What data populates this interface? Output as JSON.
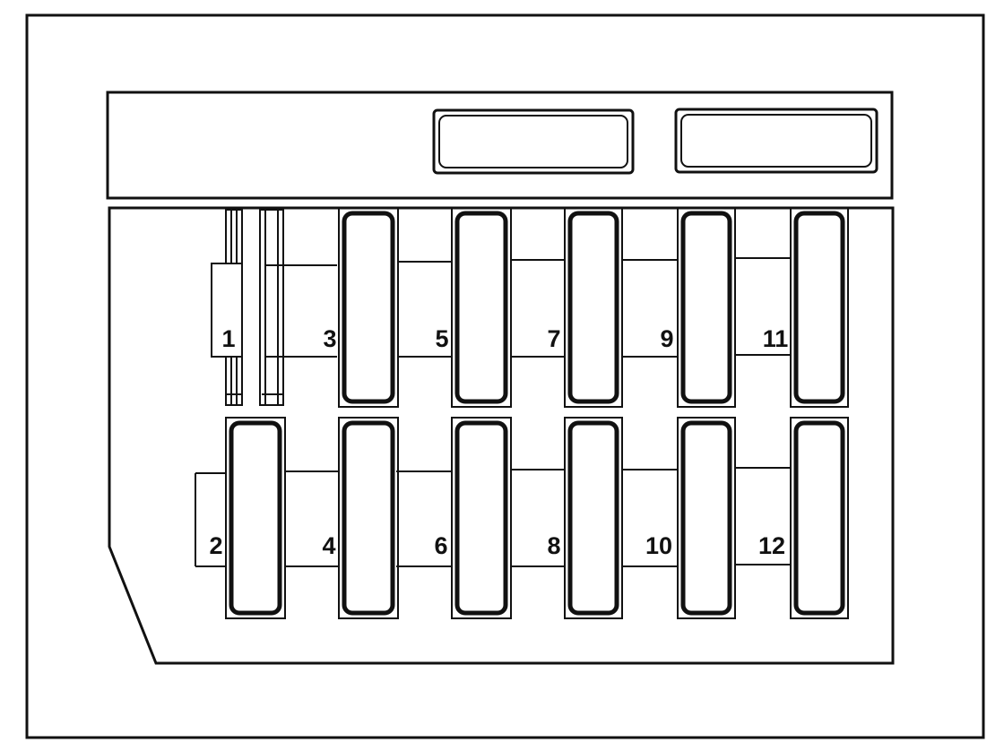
{
  "fuses": [
    {
      "label": "1",
      "row": "top",
      "type": "relay-slot"
    },
    {
      "label": "3",
      "row": "top",
      "type": "fuse"
    },
    {
      "label": "5",
      "row": "top",
      "type": "fuse"
    },
    {
      "label": "7",
      "row": "top",
      "type": "fuse"
    },
    {
      "label": "9",
      "row": "top",
      "type": "fuse"
    },
    {
      "label": "11",
      "row": "top",
      "type": "fuse"
    },
    {
      "label": "2",
      "row": "bottom",
      "type": "fuse"
    },
    {
      "label": "4",
      "row": "bottom",
      "type": "fuse"
    },
    {
      "label": "6",
      "row": "bottom",
      "type": "fuse"
    },
    {
      "label": "8",
      "row": "bottom",
      "type": "fuse"
    },
    {
      "label": "10",
      "row": "bottom",
      "type": "fuse"
    },
    {
      "label": "12",
      "row": "bottom",
      "type": "fuse"
    }
  ],
  "colors": {
    "ink": "#111111",
    "paper": "#ffffff"
  }
}
